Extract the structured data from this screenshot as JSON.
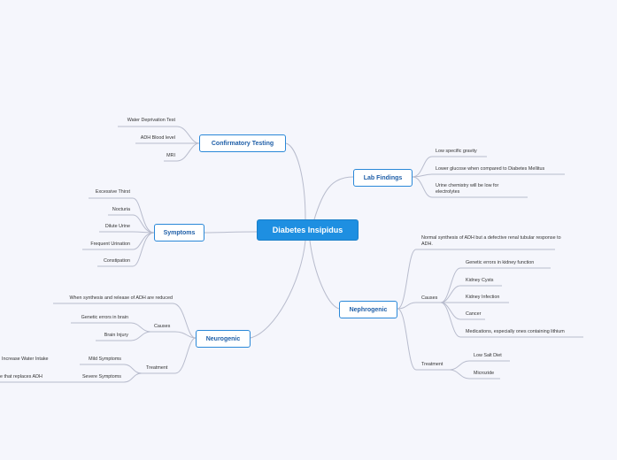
{
  "root": "Diabetes Insipidus",
  "confirmatory": {
    "label": "Confirmatory Testing",
    "items": [
      "Water Deprivation Test",
      "ADH Blood level",
      "MRI"
    ]
  },
  "symptoms": {
    "label": "Symptoms",
    "items": [
      "Excessive Thirst",
      "Nocturia",
      "Dilute Urine",
      "Frequent Urination",
      "Constipation"
    ]
  },
  "neurogenic": {
    "label": "Neurogenic",
    "description": "When synthesis and release of ADH are reduced",
    "causes_label": "Causes",
    "causes": [
      "Genetic errors in brain",
      "Brain Injury"
    ],
    "treatment_label": "Treatment",
    "treatments": [
      {
        "label": "Mild Symptoms",
        "detail": "Increase Water Intake"
      },
      {
        "label": "Severe Symptoms",
        "detail": "e that replaces ADH"
      }
    ]
  },
  "lab": {
    "label": "Lab Findings",
    "items": [
      "Low specific gravity",
      "Lower glucose when compared to Diabetes Mellitus",
      "Urine chemistry will be low for electrolytes"
    ]
  },
  "nephrogenic": {
    "label": "Nephrogenic",
    "description": "Normal synthesis of ADH but a defective renal tubular response to ADH.",
    "causes_label": "Causes",
    "causes": [
      "Genetic errors in kidney function",
      "Kidney Cysts",
      "Kidney Infection",
      "Cancer",
      "Medications, especially ones containing lithium"
    ],
    "treatment_label": "Treatment",
    "treatments": [
      "Low Salt Diet",
      "Microzide"
    ]
  },
  "colors": {
    "background": "#f5f6fc",
    "root": "#1e8fe1",
    "accent": "#2a88d8",
    "link": "#b8bccd"
  }
}
